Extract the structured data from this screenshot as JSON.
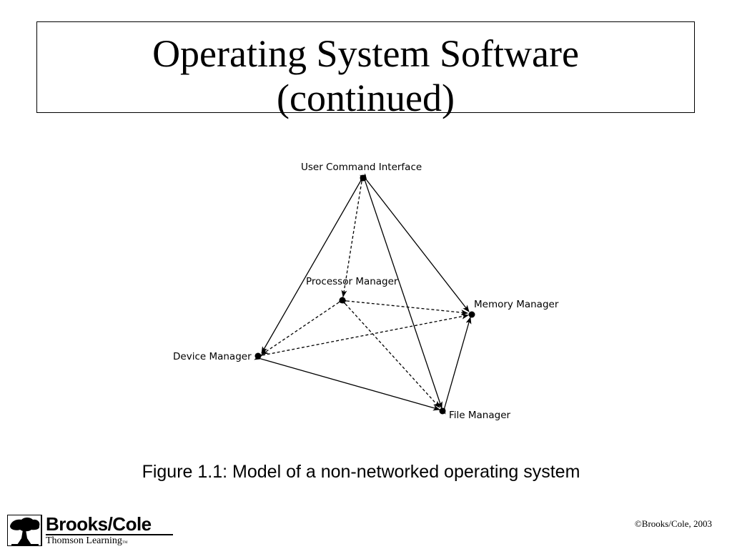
{
  "slide": {
    "title_line1": "Operating System Software",
    "title_line2": "(continued)",
    "caption": "Figure 1.1: Model of a non-networked operating system",
    "copyright": "©Brooks/Cole, 2003"
  },
  "diagram": {
    "nodes": {
      "user_command_interface": "User Command Interface",
      "processor_manager": "Processor Manager",
      "memory_manager": "Memory Manager",
      "device_manager": "Device Manager",
      "file_manager": "File Manager"
    },
    "edges": [
      {
        "from": "User Command Interface",
        "to": "Device Manager",
        "style": "solid"
      },
      {
        "from": "User Command Interface",
        "to": "File Manager",
        "style": "solid"
      },
      {
        "from": "User Command Interface",
        "to": "Memory Manager",
        "style": "solid"
      },
      {
        "from": "User Command Interface",
        "to": "Processor Manager",
        "style": "dashed"
      },
      {
        "from": "Device Manager",
        "to": "File Manager",
        "style": "solid"
      },
      {
        "from": "File Manager",
        "to": "Memory Manager",
        "style": "solid"
      },
      {
        "from": "Processor Manager",
        "to": "Memory Manager",
        "style": "dashed"
      },
      {
        "from": "Processor Manager",
        "to": "Device Manager",
        "style": "dashed"
      },
      {
        "from": "Processor Manager",
        "to": "File Manager",
        "style": "dashed"
      },
      {
        "from": "Device Manager",
        "to": "Memory Manager",
        "style": "dashed"
      }
    ]
  },
  "logo": {
    "brand": "Brooks/Cole",
    "subtitle": "Thomson Learning",
    "trademark": "TM",
    "icon": "tree-icon"
  }
}
